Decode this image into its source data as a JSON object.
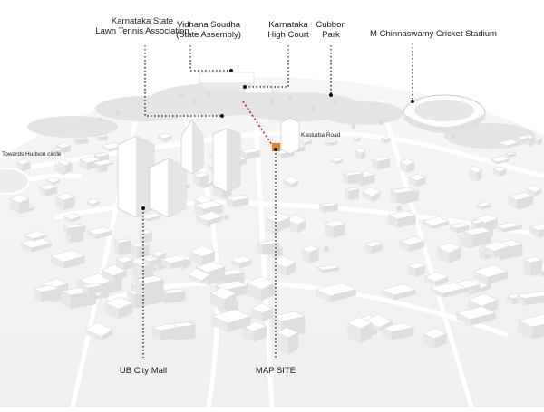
{
  "labels": {
    "tennis": [
      "Karnataka State",
      "Lawn Tennis Association"
    ],
    "vidhana": [
      "Vidhana  Soudha",
      "(State Assembly)"
    ],
    "court": [
      "Karnataka",
      "High Court"
    ],
    "cubbon": [
      "Cubbon",
      "Park"
    ],
    "stadium": "M Chinnaswamy Cricket Stadium",
    "ubcity": "UB City Mall",
    "mapsite": "MAP SITE",
    "hudson": "Towards Hudson circle",
    "kasturba": "Kasturba Road"
  },
  "colors": {
    "site": "#e8822a",
    "highlight_path": "#cc1f1f",
    "leader": "#111111"
  }
}
